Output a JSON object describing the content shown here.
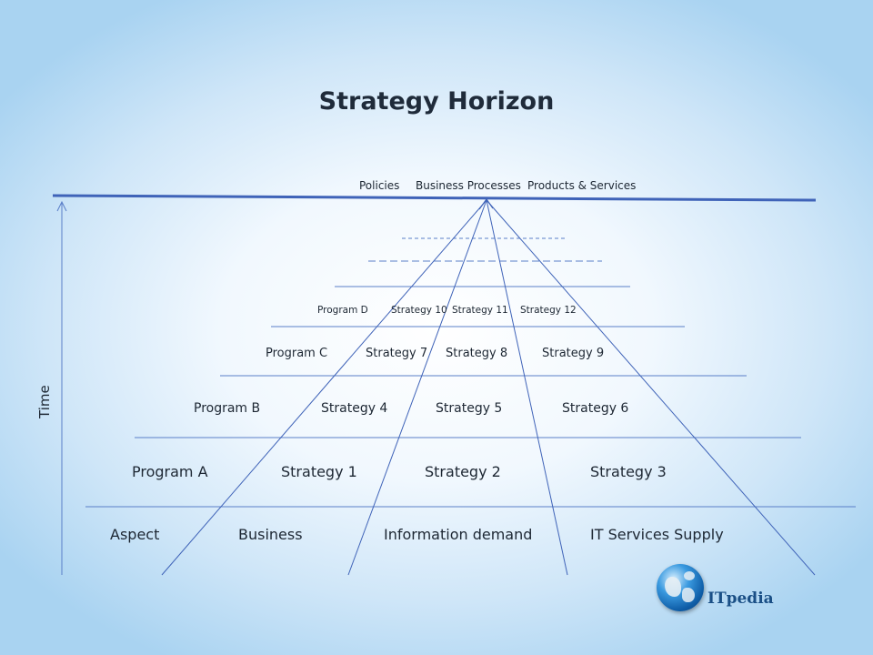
{
  "title": "Strategy Horizon",
  "horizon": {
    "labels": [
      "Policies",
      "Business Processes",
      "Products & Services"
    ]
  },
  "axis": {
    "time_label": "Time"
  },
  "rows": {
    "program_d": {
      "program": "Program D",
      "s1": "Strategy 10",
      "s2": "Strategy 11",
      "s3": "Strategy 12"
    },
    "program_c": {
      "program": "Program C",
      "s1": "Strategy 7",
      "s2": "Strategy 8",
      "s3": "Strategy 9"
    },
    "program_b": {
      "program": "Program B",
      "s1": "Strategy 4",
      "s2": "Strategy 5",
      "s3": "Strategy 6"
    },
    "program_a": {
      "program": "Program A",
      "s1": "Strategy 1",
      "s2": "Strategy 2",
      "s3": "Strategy 3"
    },
    "aspect": {
      "program": "Aspect",
      "s1": "Business",
      "s2": "Information demand",
      "s3": "IT Services Supply"
    }
  },
  "logo": {
    "text": "ITpedia"
  },
  "colors": {
    "line": "#3f63b8",
    "thin": "#5a7fc8",
    "text": "#1d2733",
    "logo_text": "#1a4f86"
  }
}
